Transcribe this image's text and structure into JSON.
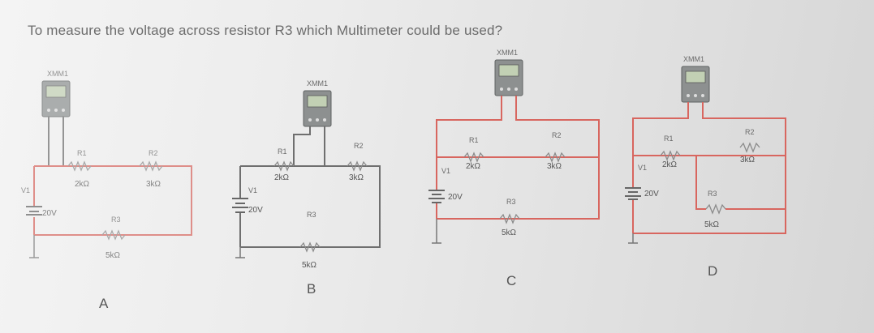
{
  "question": "To measure the voltage across resistor R3 which Multimeter could be used?",
  "circuits": [
    {
      "option": "A",
      "meter_label": "XMM1",
      "source_name": "V1",
      "source_value": "20V",
      "r1": {
        "name": "R1",
        "value": "2kΩ"
      },
      "r2": {
        "name": "R2",
        "value": "3kΩ"
      },
      "r3": {
        "name": "R3",
        "value": "5kΩ"
      }
    },
    {
      "option": "B",
      "meter_label": "XMM1",
      "source_name": "V1",
      "source_value": "20V",
      "r1": {
        "name": "R1",
        "value": "2kΩ"
      },
      "r2": {
        "name": "R2",
        "value": "3kΩ"
      },
      "r3": {
        "name": "R3",
        "value": "5kΩ"
      }
    },
    {
      "option": "C",
      "meter_label": "XMM1",
      "source_name": "V1",
      "source_value": "20V",
      "r1": {
        "name": "R1",
        "value": "2kΩ"
      },
      "r2": {
        "name": "R2",
        "value": "3kΩ"
      },
      "r3": {
        "name": "R3",
        "value": "5kΩ"
      }
    },
    {
      "option": "D",
      "meter_label": "XMM1",
      "source_name": "V1",
      "source_value": "20V",
      "r1": {
        "name": "R1",
        "value": "2kΩ"
      },
      "r2": {
        "name": "R2",
        "value": "3kΩ"
      },
      "r3": {
        "name": "R3",
        "value": "5kΩ"
      }
    }
  ],
  "colors": {
    "wire": "#d8665f",
    "meter_wire": "#6f6f6f"
  }
}
